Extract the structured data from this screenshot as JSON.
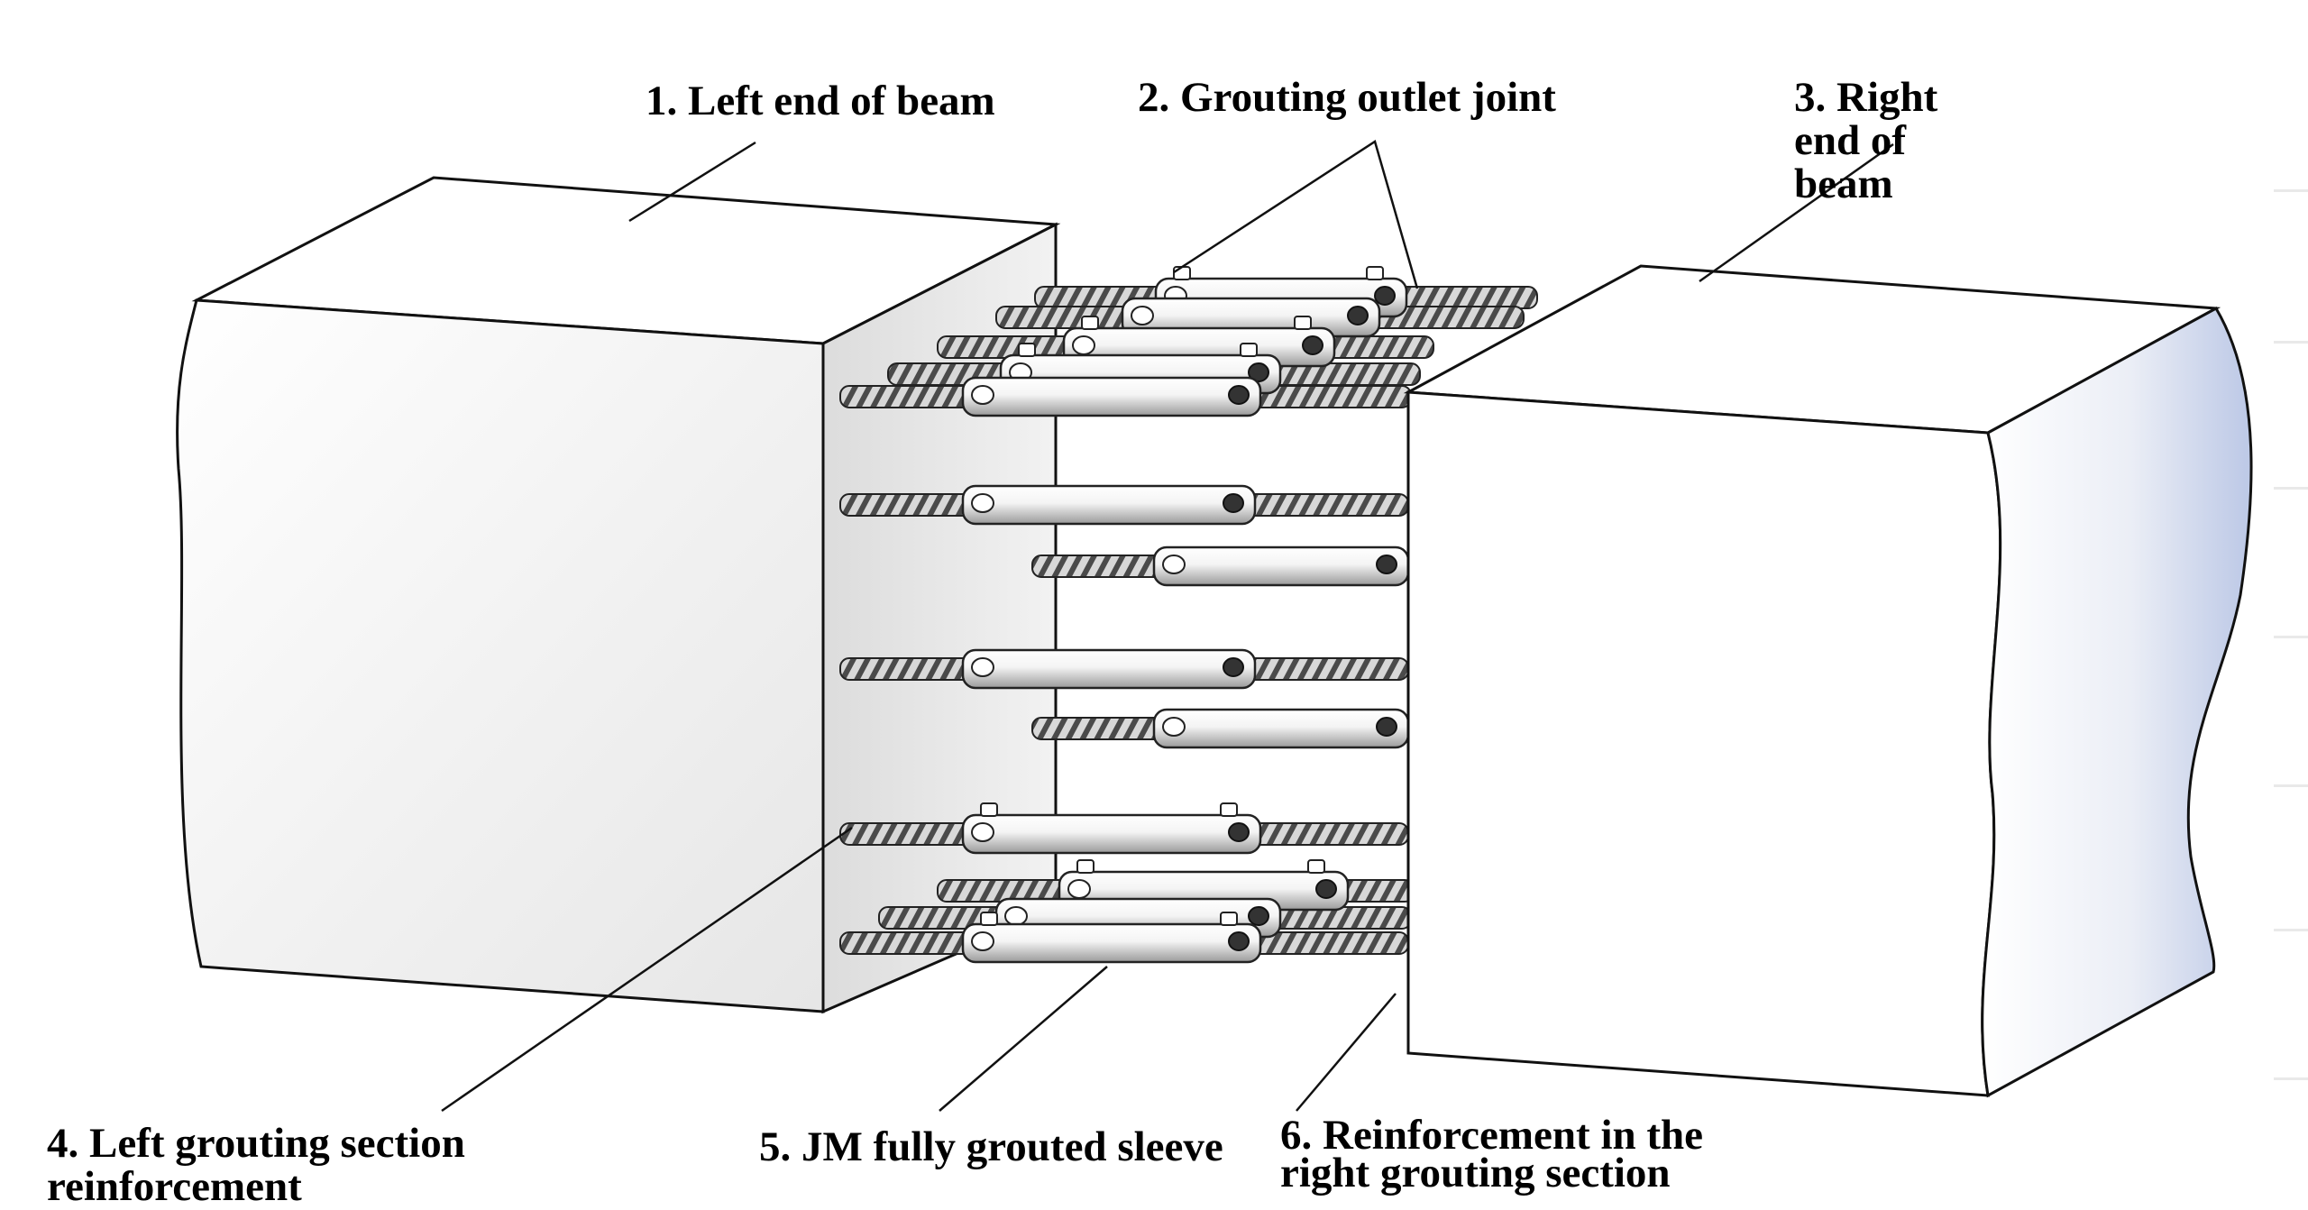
{
  "labels": {
    "l1": "1. Left end of beam",
    "l2": "2. Grouting outlet joint",
    "l3": "3. Right end of beam",
    "l4": "4. Left grouting section reinforcement",
    "l5": "5. JM fully grouted sleeve",
    "l6": "6. Reinforcement in the right grouting section"
  }
}
